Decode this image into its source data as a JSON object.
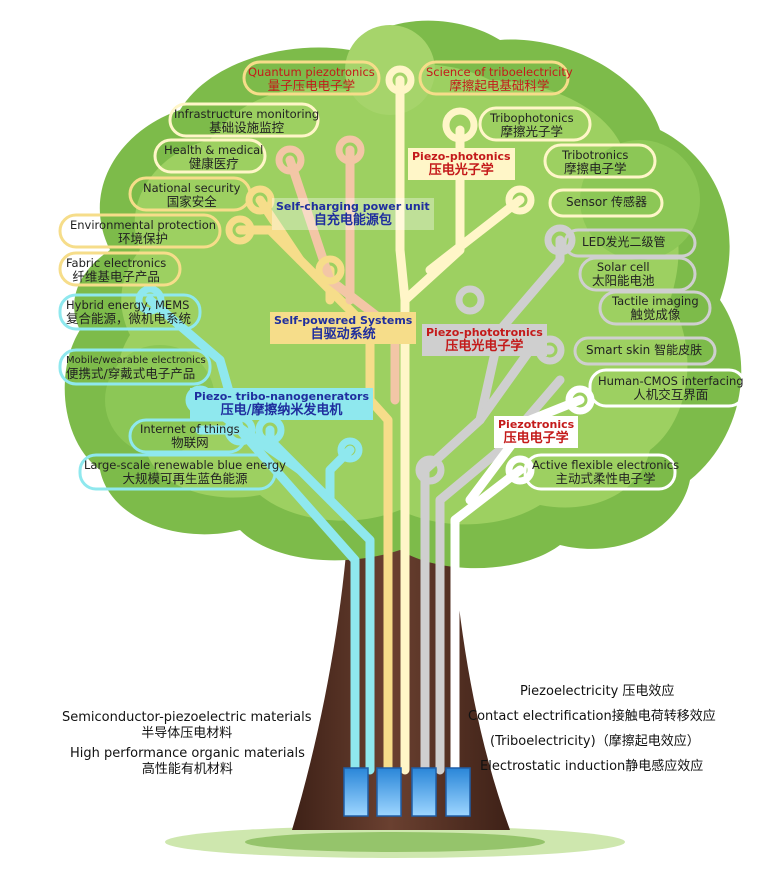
{
  "top_left": {
    "en": "Quantum piezotronics",
    "zh": "量子压电电子学"
  },
  "top_right": {
    "en": "Science of triboelectricity",
    "zh": "摩擦起电基础科学"
  },
  "left_apps": [
    {
      "en": "Infrastructure monitoring",
      "zh": "基础设施监控"
    },
    {
      "en": "Health & medical",
      "zh": "健康医疗"
    },
    {
      "en": "National security",
      "zh": "国家安全"
    },
    {
      "en": "Environmental protection",
      "zh": "环境保护"
    },
    {
      "en": "Fabric electronics",
      "zh": "纤维基电子产品"
    },
    {
      "en": "Hybrid energy, MEMS",
      "zh": "复合能源，微机电系统"
    },
    {
      "en": "Mobile/wearable electronics",
      "zh": "便携式/穿戴式电子产品"
    },
    {
      "en": "Internet of things",
      "zh": "物联网"
    },
    {
      "en": "Large-scale renewable blue energy",
      "zh": "大规模可再生蓝色能源"
    }
  ],
  "right_apps": [
    {
      "en": "Tribophotonics",
      "zh": "摩擦光子学"
    },
    {
      "en": "Tribotronics",
      "zh": "摩擦电子学"
    },
    {
      "en": "Sensor 传感器",
      "zh": ""
    },
    {
      "en": "LED发光二级管",
      "zh": ""
    },
    {
      "en": "Solar cell",
      "zh": "太阳能电池"
    },
    {
      "en": "Tactile imaging",
      "zh": "触觉成像"
    },
    {
      "en": "Smart skin 智能皮肤",
      "zh": ""
    },
    {
      "en": "Human-CMOS interfacing",
      "zh": "人机交互界面"
    },
    {
      "en": "Active flexible electronics",
      "zh": "主动式柔性电子学"
    }
  ],
  "categories": {
    "self_charging": {
      "en": "Self-charging power unit",
      "zh": "自充电能源包"
    },
    "self_powered": {
      "en": "Self-powered Systems",
      "zh": "自驱动系统"
    },
    "nanogenerators": {
      "en": "Piezo- tribo-nanogenerators",
      "zh": "压电/摩擦纳米发电机"
    },
    "piezo_photonics": {
      "en": "Piezo-photonics",
      "zh": "压电光子学"
    },
    "piezo_phototronics": {
      "en": "Piezo-phototronics",
      "zh": "压电光电子学"
    },
    "piezotronics": {
      "en": "Piezotronics",
      "zh": "压电电子学"
    }
  },
  "roots_left": [
    {
      "en": "Semiconductor-piezoelectric materials",
      "zh": "半导体压电材料"
    },
    {
      "en": "High performance organic materials",
      "zh": "高性能有机材料"
    }
  ],
  "roots_right": [
    "Piezoelectricity 压电效应",
    "Contact electrification接触电荷转移效应",
    "(Triboelectricity)（摩擦起电效应）",
    "Electrostatic induction静电感应效应"
  ],
  "colors": {
    "foliage_dark": "#7dbb4a",
    "foliage_light": "#a6d46b",
    "trunk": "#5a3526",
    "cyan": "#8fe8ee",
    "yellow": "#f6dd8a",
    "gray": "#c9c9c9",
    "cream": "#fff6c8",
    "peach": "#f3c6a6",
    "red": "#c41a1a"
  }
}
